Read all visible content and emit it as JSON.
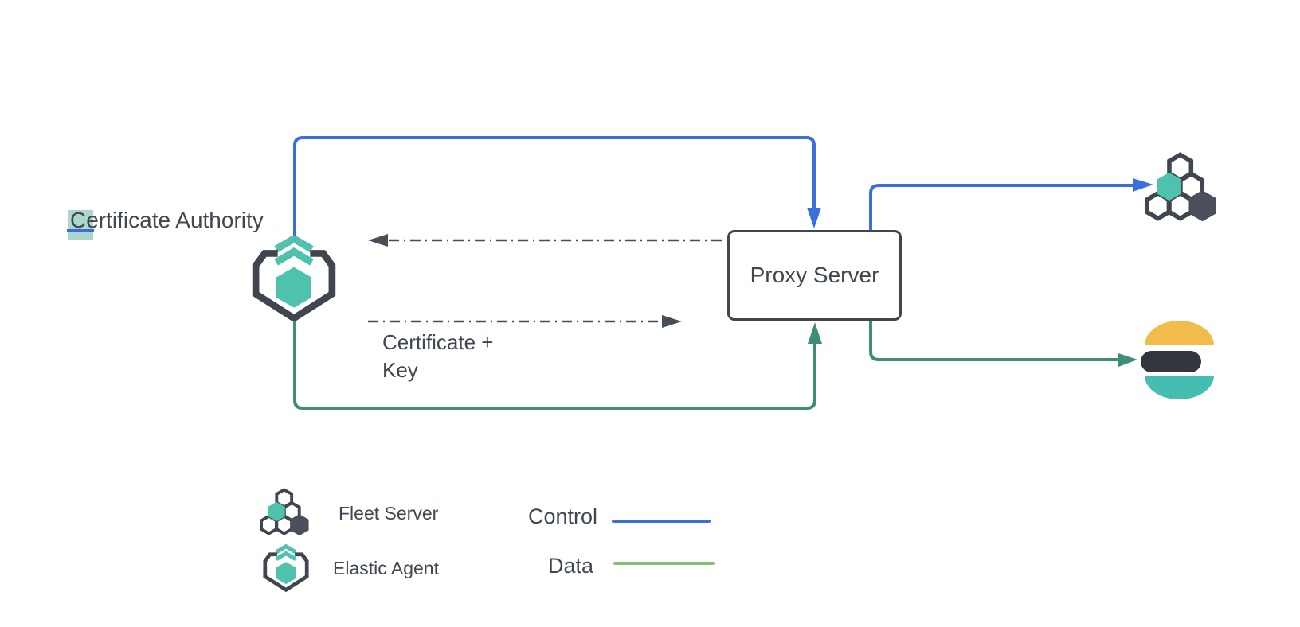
{
  "diagram": {
    "certificate_authority_label": "Certificate Authority",
    "proxy_server_label": "Proxy Server",
    "certificate_key_label": "Certificate +\nKey",
    "nodes": [
      "certificate-authority",
      "elastic-agent",
      "proxy-server",
      "fleet-server",
      "elasticsearch"
    ],
    "connections": [
      {
        "from": "elastic-agent",
        "to": "proxy-server",
        "type": "control",
        "color": "#3b70dc",
        "style": "solid"
      },
      {
        "from": "proxy-server",
        "to": "fleet-server",
        "type": "control",
        "color": "#3b70dc",
        "style": "solid"
      },
      {
        "from": "elastic-agent",
        "to": "proxy-server",
        "type": "data",
        "color": "#3f8d78",
        "style": "solid"
      },
      {
        "from": "proxy-server",
        "to": "elasticsearch",
        "type": "data",
        "color": "#3f8d78",
        "style": "solid"
      },
      {
        "from": "proxy-server",
        "to": "elastic-agent",
        "type": "certificate-exchange",
        "color": "#474e58",
        "style": "dash-dot"
      },
      {
        "from": "elastic-agent",
        "to": "proxy-server",
        "label": "Certificate + Key",
        "type": "certificate-exchange",
        "color": "#474e58",
        "style": "dash-dot"
      }
    ]
  },
  "legend": {
    "items": [
      {
        "icon": "fleet-server-icon",
        "label": "Fleet Server"
      },
      {
        "icon": "elastic-agent-icon",
        "label": "Elastic Agent"
      }
    ],
    "lines": [
      {
        "label": "Control",
        "color": "#3b70dc"
      },
      {
        "label": "Data",
        "color": "#7cc46e"
      }
    ]
  },
  "colors": {
    "control_blue": "#3b70dc",
    "data_green": "#3f8d78",
    "legend_data_green": "#7cc46e",
    "outline_slate": "#404650",
    "hex_teal": "#4fc2ae",
    "hex_dark": "#4a4f5b",
    "elasticsearch_yellow": "#f2bc4a",
    "elasticsearch_dark": "#33353f",
    "elasticsearch_teal": "#45bdb0",
    "selection_highlight": "#abd7cd"
  }
}
